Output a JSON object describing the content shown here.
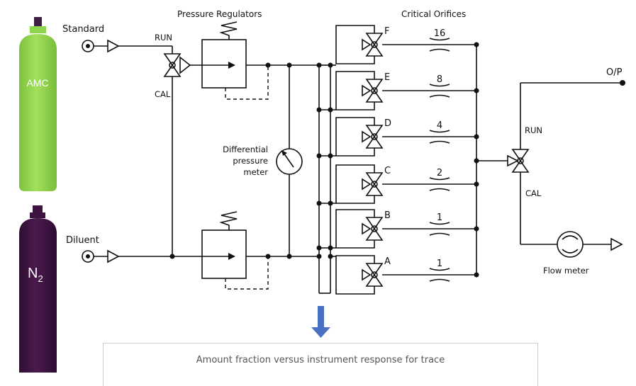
{
  "cylinders": {
    "top_label": "AMC",
    "top_color": "#8fd44d",
    "bottom_label_main": "N",
    "bottom_label_sub": "2",
    "bottom_color": "#3d1440"
  },
  "inlets": {
    "standard": "Standard",
    "diluent": "Diluent"
  },
  "valve_labels": {
    "run_left": "RUN",
    "cal_left": "CAL",
    "run_right": "RUN",
    "cal_right": "CAL"
  },
  "headers": {
    "pressure_regulators": "Pressure Regulators",
    "critical_orifices": "Critical Orifices"
  },
  "meter": {
    "line1": "Differential",
    "line2": "pressure",
    "line3": "meter"
  },
  "orifices": [
    {
      "valve": "F",
      "value": "16"
    },
    {
      "valve": "E",
      "value": "8"
    },
    {
      "valve": "D",
      "value": "4"
    },
    {
      "valve": "C",
      "value": "2"
    },
    {
      "valve": "B",
      "value": "1"
    },
    {
      "valve": "A",
      "value": "1"
    }
  ],
  "outlet": {
    "label": "O/P"
  },
  "flow_meter": {
    "label": "Flow meter"
  },
  "arrow_color": "#4a72c4",
  "caption": {
    "text": "Amount fraction versus instrument response for trace"
  }
}
